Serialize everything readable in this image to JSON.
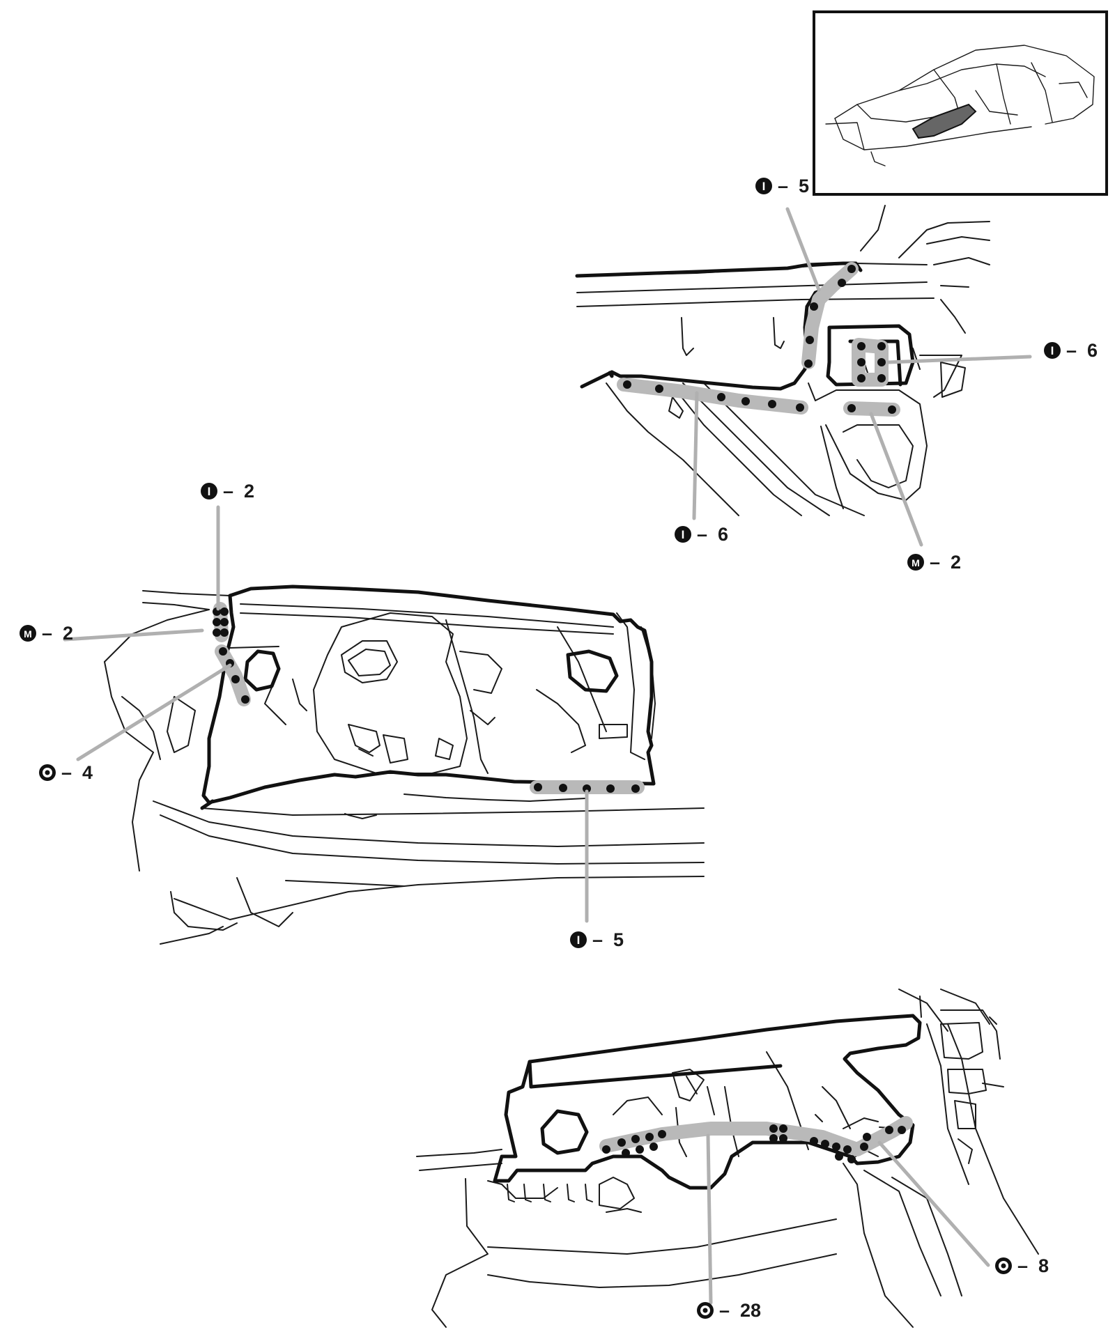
{
  "callouts": [
    {
      "id": "top-i5",
      "symbol": "I",
      "sep": "–",
      "count": "5"
    },
    {
      "id": "top-i6r",
      "symbol": "I",
      "sep": "–",
      "count": "6"
    },
    {
      "id": "top-i6b",
      "symbol": "I",
      "sep": "–",
      "count": "6"
    },
    {
      "id": "top-m2",
      "symbol": "M",
      "sep": "–",
      "count": "2"
    },
    {
      "id": "mid-i2",
      "symbol": "I",
      "sep": "–",
      "count": "2"
    },
    {
      "id": "mid-m2",
      "symbol": "M",
      "sep": "–",
      "count": "2"
    },
    {
      "id": "mid-o4",
      "symbol": "O",
      "sep": "–",
      "count": "4"
    },
    {
      "id": "mid-i5",
      "symbol": "I",
      "sep": "–",
      "count": "5"
    },
    {
      "id": "bot-o28",
      "symbol": "O",
      "sep": "–",
      "count": "28"
    },
    {
      "id": "bot-o8",
      "symbol": "O",
      "sep": "–",
      "count": "8"
    }
  ],
  "colors": {
    "line": "#1a1a1a",
    "highlight": "#b9b9b9",
    "background": "#ffffff"
  }
}
